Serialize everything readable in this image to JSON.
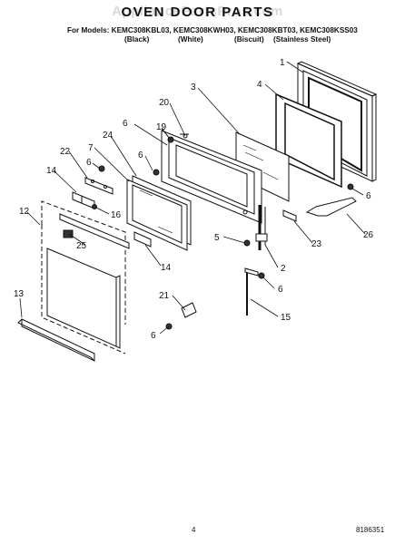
{
  "watermark": "AppliancePartsPros.com",
  "title": "OVEN DOOR PARTS",
  "models_line": "For Models: KEMC308KBL03, KEMC308KWH03, KEMC308KBT03, KEMC308KSS03",
  "finishes": [
    "(Black)",
    "(White)",
    "(Biscuit)",
    "(Stainless Steel)"
  ],
  "callouts": [
    "1",
    "4",
    "3",
    "20",
    "19",
    "6",
    "24",
    "6",
    "7",
    "22",
    "6",
    "14",
    "16",
    "12",
    "25",
    "14",
    "6",
    "5",
    "23",
    "26",
    "2",
    "6",
    "15",
    "21",
    "13",
    "6"
  ],
  "page_number": "4",
  "document_number": "8186351"
}
